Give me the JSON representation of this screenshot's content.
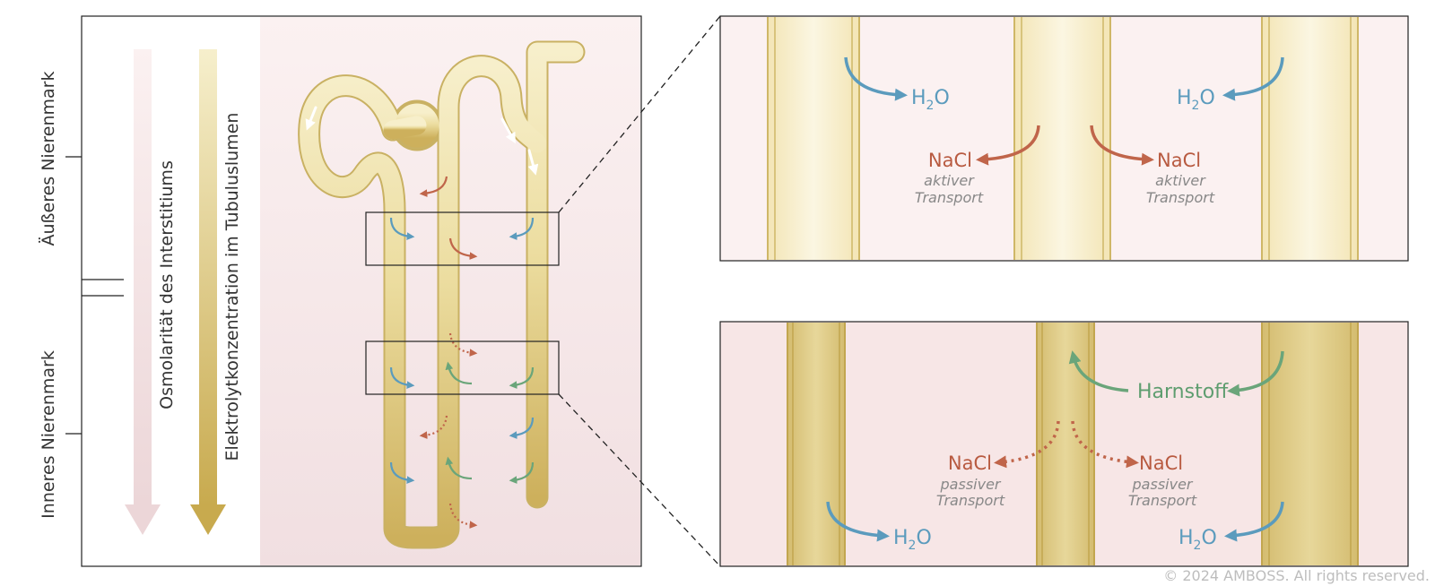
{
  "zones": {
    "outer": "Äußeres Nierenmark",
    "inner": "Inneres Nierenmark"
  },
  "gradients": {
    "osmolarity": "Osmolarität des Interstitiums",
    "electrolyte": "Elektrolytkonzentration im Tubuluslumen"
  },
  "molecules": {
    "water": "H",
    "water_sub": "2",
    "water_tail": "O",
    "salt": "NaCl",
    "urea": "Harnstoff"
  },
  "transport": {
    "active_1": "aktiver",
    "active_2": "Transport",
    "passive_1": "passiver",
    "passive_2": "Transport"
  },
  "colors": {
    "water": "#5b9bbd",
    "salt": "#c0654a",
    "urea": "#6aa57a",
    "text_gray": "#888888",
    "tubule_light": "#f6edc4",
    "tubule_dark": "#d1b763",
    "interstitium": "#f7e8e8"
  },
  "copyright": "© 2024 AMBOSS. All rights reserved."
}
